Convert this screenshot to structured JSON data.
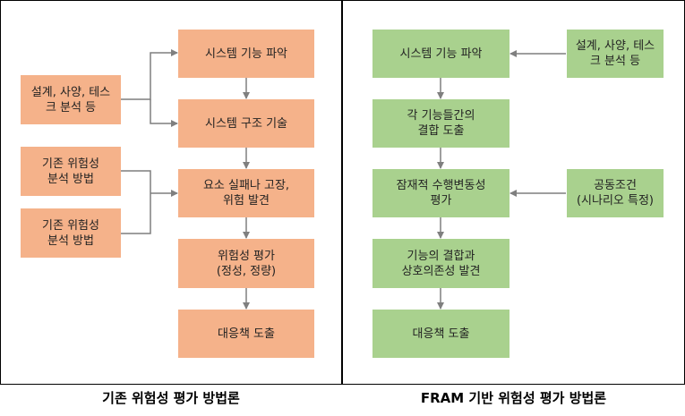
{
  "left": {
    "caption": "기존 위험성 평가 방법론",
    "steps": [
      "시스템 기능 파악",
      "시스템 구조 기술",
      "요소 실패나 고장,\n위험 발견",
      "위험성 평가\n(정성, 정량)",
      "대응책 도출"
    ],
    "inputs": [
      "설계, 사양, 테스\n크 분석 등",
      "기존 위험성\n분석 방법",
      "기존 위험성\n분석 방법"
    ]
  },
  "right": {
    "caption": "FRAM 기반 위험성 평가 방법론",
    "steps": [
      "시스템 기능 파악",
      "각 기능들간의\n결합 도출",
      "잠재적 수행변동성\n평가",
      "기능의 결합과\n상호의존성 발견",
      "대응책 도출"
    ],
    "inputs": [
      "설계, 사양, 테스\n크 분석 등",
      "공동조건\n(시나리오 특정)"
    ]
  },
  "colors": {
    "orange": "#f5b28a",
    "green": "#a9d18e",
    "connector": "#7f7f7f"
  }
}
